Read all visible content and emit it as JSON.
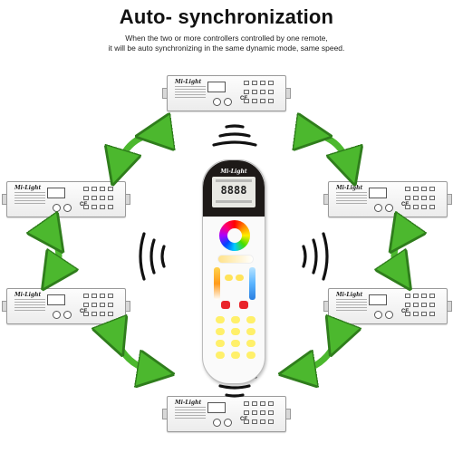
{
  "title": "Auto- synchronization",
  "subtitle": [
    "When the two or more controllers controlled by one remote,",
    "it will be auto synchronizing in the same dynamic mode, same speed."
  ],
  "controller": {
    "brand": "Mi-Light",
    "ce_mark": "CE"
  },
  "remote": {
    "brand": "Mi-Light",
    "display": "8888"
  },
  "colors": {
    "arrow_green": "#4cb82e",
    "remote_head": "#1e1a18",
    "key_yellow": "#fff06a",
    "onoff_red": "#e9242b"
  }
}
